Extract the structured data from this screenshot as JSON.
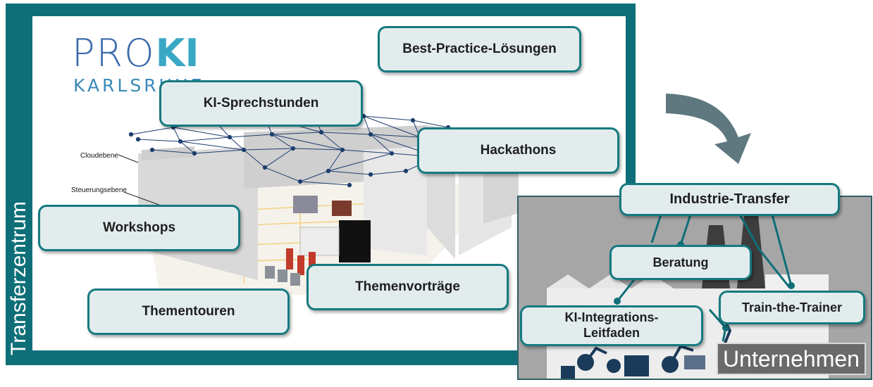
{
  "side_label": "Transferzentrum",
  "logo": {
    "part1": "PRO",
    "part2": "KI",
    "subtitle": "KARLSRUHE"
  },
  "layers": {
    "cloud": "Cloudebene",
    "control": "Steuerungsebene"
  },
  "boxes": {
    "best_practice": "Best-Practice-Lösungen",
    "sprechstunden": "KI-Sprechstunden",
    "hackathons": "Hackathons",
    "workshops": "Workshops",
    "themenvortraege": "Themenvorträge",
    "thementouren": "Thementouren"
  },
  "industry": {
    "title": "Industrie-Transfer",
    "beratung": "Beratung",
    "train": "Train-the-Trainer",
    "leitfaden_line1": "KI-Integrations-",
    "leitfaden_line2": "Leitfaden",
    "company": "Unternehmen"
  },
  "colors": {
    "frame": "#0f6f78",
    "box_border": "#157a80",
    "box_fill": "#e3eced",
    "arrow": "#5f7880"
  }
}
